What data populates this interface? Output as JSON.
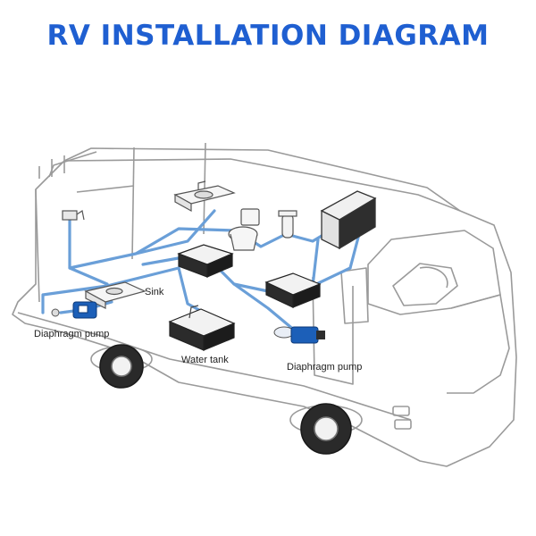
{
  "title": "RV INSTALLATION DIAGRAM",
  "labels": {
    "sink": "Sink",
    "pump_left": "Diaphragm pump",
    "water_tank": "Water tank",
    "pump_right": "Diaphragm pump"
  },
  "colors": {
    "title": "#1f5fd1",
    "pipe": "#6a9fd8",
    "pump": "#1c5fb8",
    "outline": "#9a9a9a",
    "tank": "#2a2a2a"
  }
}
